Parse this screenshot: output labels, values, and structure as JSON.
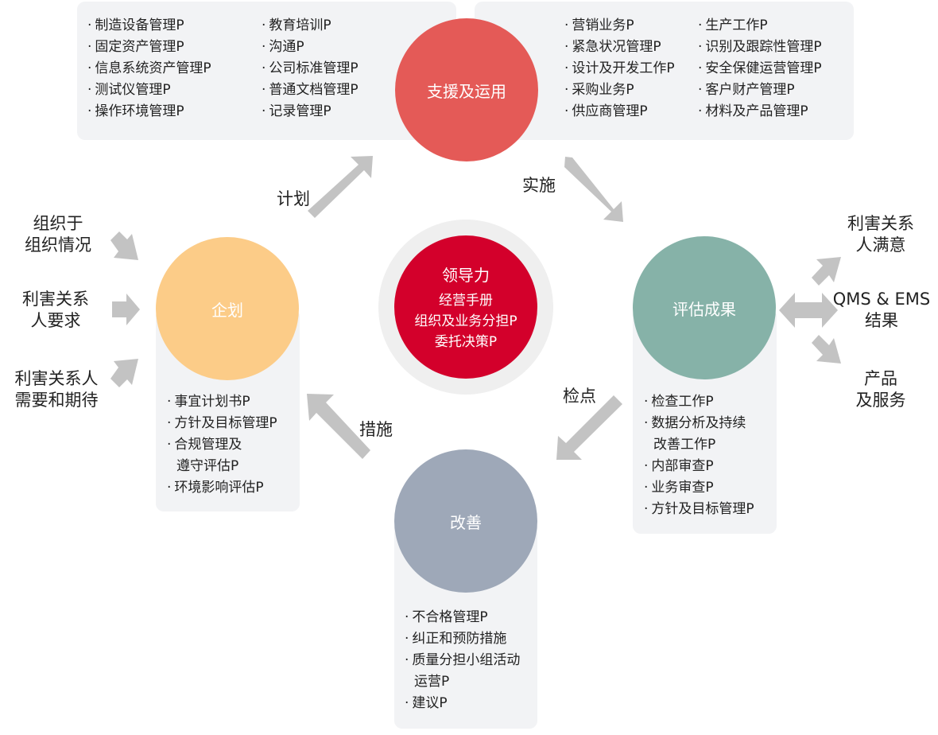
{
  "center": {
    "title": "领导力",
    "items": [
      "经营手册",
      "组织及业务分担P",
      "委托决策P"
    ]
  },
  "cycle": {
    "support": "支援及运用",
    "plan": "企划",
    "evaluate": "评估成果",
    "improve": "改善"
  },
  "flow_labels": {
    "plan": "计划",
    "execute": "实施",
    "check": "检点",
    "action": "措施"
  },
  "support_panel_left": {
    "col1": [
      "制造设备管理P",
      "固定资产管理P",
      "信息系统资产管理P",
      "测试仪管理P",
      "操作环境管理P"
    ],
    "col2": [
      "教育培训P",
      "沟通P",
      "公司标准管理P",
      "普通文档管理P",
      "记录管理P"
    ]
  },
  "support_panel_right": {
    "col1": [
      "营销业务P",
      "紧急状况管理P",
      "设计及开发工作P",
      "采购业务P",
      "供应商管理P"
    ],
    "col2": [
      "生产工作P",
      "识别及跟踪性管理P",
      "安全保健运营管理P",
      "客户财产管理P",
      "材料及产品管理P"
    ]
  },
  "plan_panel": {
    "items": [
      {
        "line1": "事宜计划书P"
      },
      {
        "line1": "方针及目标管理P"
      },
      {
        "line1": "合规管理及",
        "line2": "遵守评估P"
      },
      {
        "line1": "环境影响评估P"
      }
    ]
  },
  "evaluate_panel": {
    "items": [
      {
        "line1": "检查工作P"
      },
      {
        "line1": "数据分析及持续",
        "line2": "改善工作P"
      },
      {
        "line1": "内部审查P"
      },
      {
        "line1": "业务审查P"
      },
      {
        "line1": "方针及目标管理P"
      }
    ]
  },
  "improve_panel": {
    "items": [
      {
        "line1": "不合格管理P"
      },
      {
        "line1": "纠正和预防措施"
      },
      {
        "line1": "质量分担小组活动",
        "line2": "运营P"
      },
      {
        "line1": "建议P"
      }
    ]
  },
  "inputs": [
    {
      "line1": "组织于",
      "line2": "组织情况"
    },
    {
      "line1": "利害关系",
      "line2": "人要求"
    },
    {
      "line1": "利害关系人",
      "line2": "需要和期待"
    }
  ],
  "outputs": [
    {
      "line1": "利害关系",
      "line2": "人满意"
    },
    {
      "line1": "QMS & EMS",
      "line2": "结果"
    },
    {
      "line1": "产品",
      "line2": "及服务"
    }
  ],
  "bullet": "·",
  "colors": {
    "support": "#e45a57",
    "plan": "#fccc88",
    "evaluate": "#86b2a8",
    "improve": "#9ea8b8",
    "leadership": "#d3002b",
    "panel": "#f2f3f5",
    "arrow": "#c3c3c3"
  }
}
